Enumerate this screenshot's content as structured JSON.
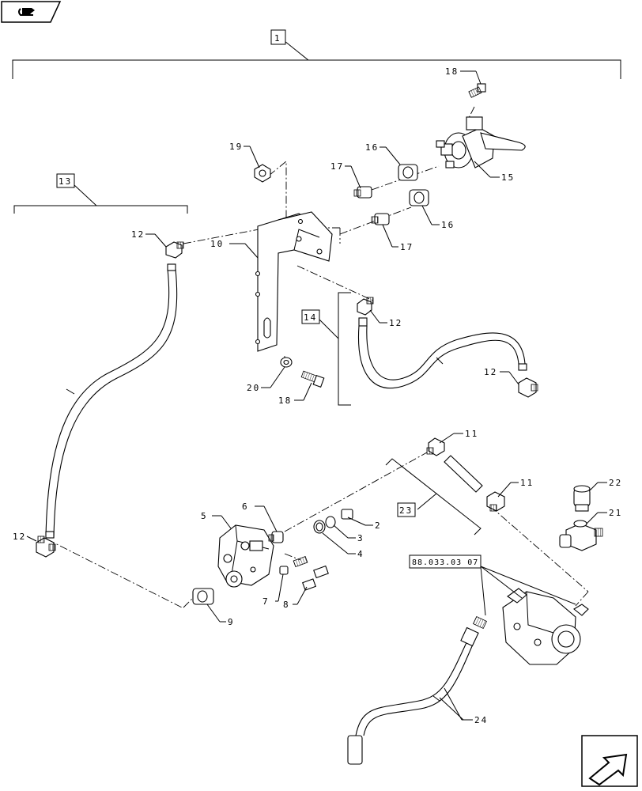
{
  "callouts": {
    "c1": "1",
    "c2": "2",
    "c3": "3",
    "c4": "4",
    "c5": "5",
    "c6": "6",
    "c7": "7",
    "c8": "8",
    "c9": "9",
    "c10": "10",
    "c11a": "11",
    "c11b": "11",
    "c12a": "12",
    "c12b": "12",
    "c12c": "12",
    "c12d": "12",
    "c13": "13",
    "c14": "14",
    "c15": "15",
    "c16a": "16",
    "c16b": "16",
    "c17a": "17",
    "c17b": "17",
    "c18a": "18",
    "c18b": "18",
    "c19": "19",
    "c20": "20",
    "c21": "21",
    "c22": "22",
    "c23": "23",
    "c24": "24"
  },
  "reference": "88.033.03 07",
  "icons": {
    "top_left": "book-arrow-icon",
    "bottom_right": "next-page-arrow-icon"
  }
}
